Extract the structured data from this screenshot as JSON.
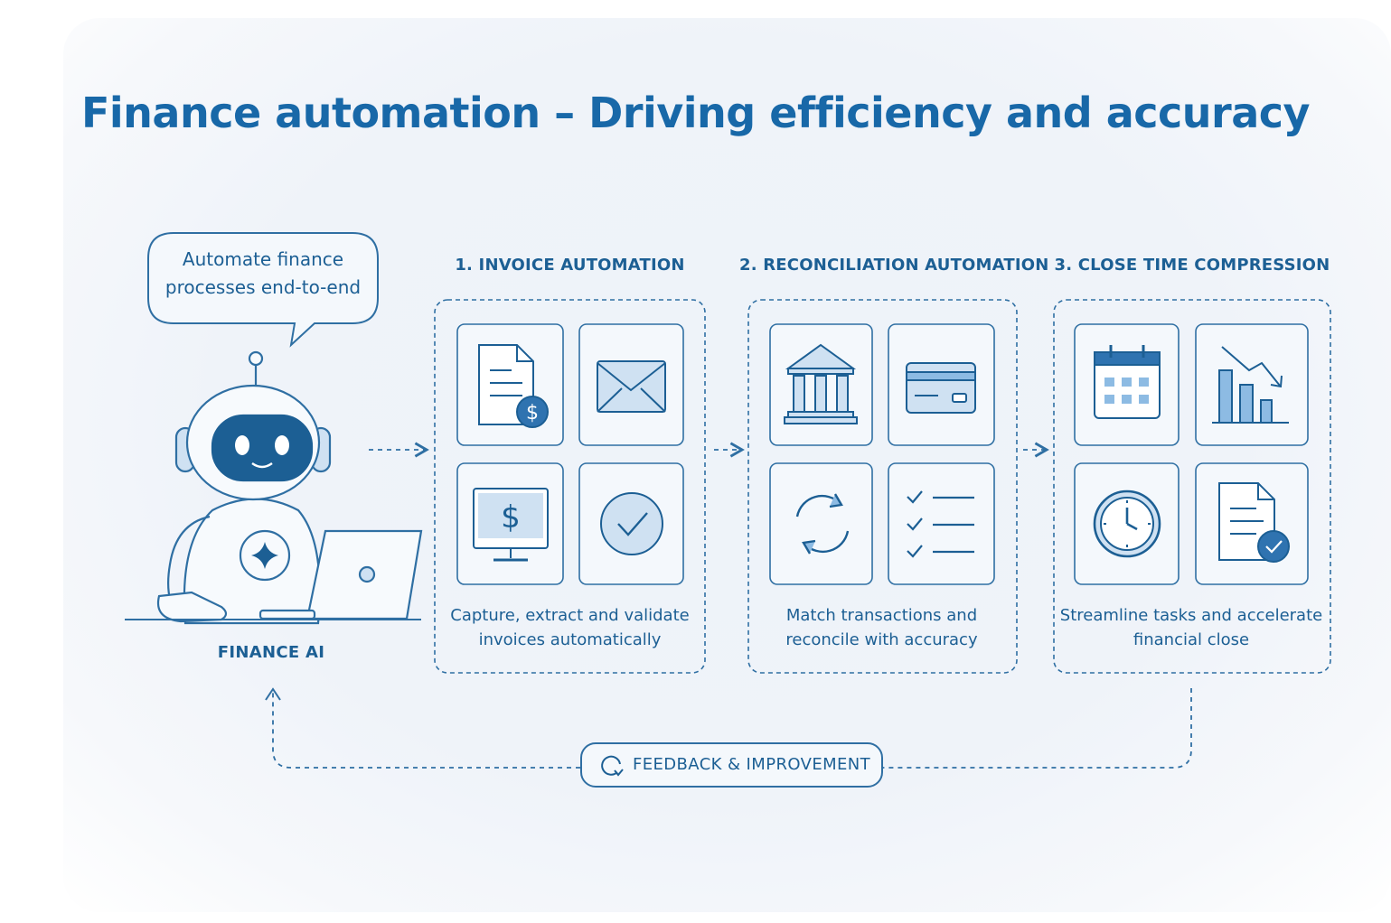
{
  "title": "Finance automation – Driving efficiency and accuracy",
  "agent": {
    "speech": "Automate finance processes end-to-end",
    "label": "FINANCE AI"
  },
  "stages": [
    {
      "title": "1. INVOICE AUTOMATION",
      "description": "Capture, extract and validate invoices automatically",
      "icons": [
        "invoice-dollar-icon",
        "envelope-icon",
        "monitor-dollar-icon",
        "check-circle-icon"
      ]
    },
    {
      "title": "2. RECONCILIATION AUTOMATION",
      "description": "Match transactions and reconcile with accuracy",
      "icons": [
        "bank-icon",
        "credit-card-icon",
        "sync-icon",
        "checklist-icon"
      ]
    },
    {
      "title": "3. CLOSE TIME COMPRESSION",
      "description": "Streamline tasks and accelerate financial close",
      "icons": [
        "calendar-icon",
        "declining-bar-chart-icon",
        "clock-icon",
        "document-check-icon"
      ]
    }
  ],
  "feedback": {
    "label": "FEEDBACK & IMPROVEMENT",
    "icon": "refresh-icon"
  },
  "colors": {
    "primary": "#1c5f94",
    "title": "#1868a8",
    "line": "#2f6fa3",
    "fill_light": "#cfe1f2",
    "fill_mid": "#8dbbe3",
    "fill_dark": "#2f73b0",
    "background": "#eff3f9"
  }
}
